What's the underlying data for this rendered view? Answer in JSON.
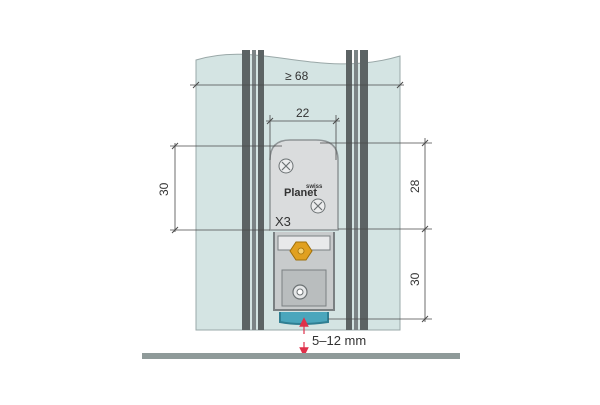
{
  "dimensions": {
    "door_thickness": "≥ 68",
    "seal_width": "22",
    "left_height": "30",
    "right_upper_height": "28",
    "right_lower_height": "30",
    "gap": "5–12 mm"
  },
  "product": {
    "brand_small": "swiss",
    "brand": "Planet",
    "model": "X3"
  },
  "colors": {
    "door": "#d4e4e3",
    "door_edge": "#9aa8a8",
    "glass_dark": "#5c6364",
    "housing": "#dadcdd",
    "gap_arrow": "#e0304a",
    "floor": "#8f9a99",
    "adjust_nut": "#e0a020"
  }
}
